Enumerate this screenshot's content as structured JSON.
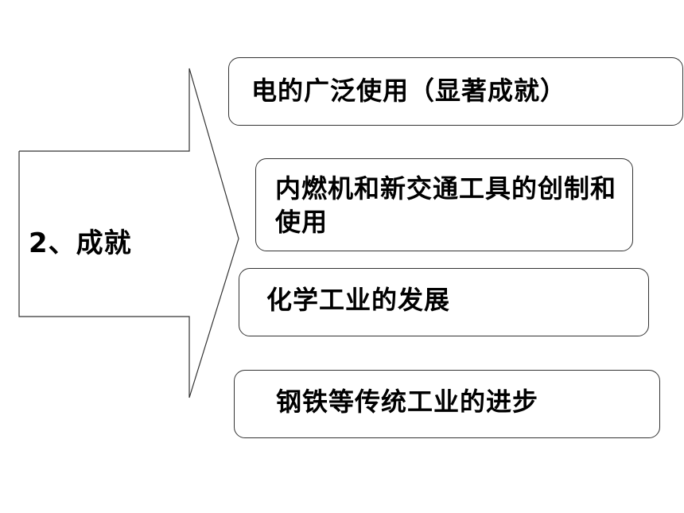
{
  "arrow": {
    "label": "2、成就"
  },
  "items": [
    {
      "text": "电的广泛使用（显著成就）"
    },
    {
      "text": "内燃机和新交通工具的创制和使用"
    },
    {
      "text": "化学工业的发展"
    },
    {
      "text": "钢铁等传统工业的进步"
    }
  ],
  "colors": {
    "background": "#ffffff",
    "stroke": "#333333",
    "text": "#000000"
  }
}
